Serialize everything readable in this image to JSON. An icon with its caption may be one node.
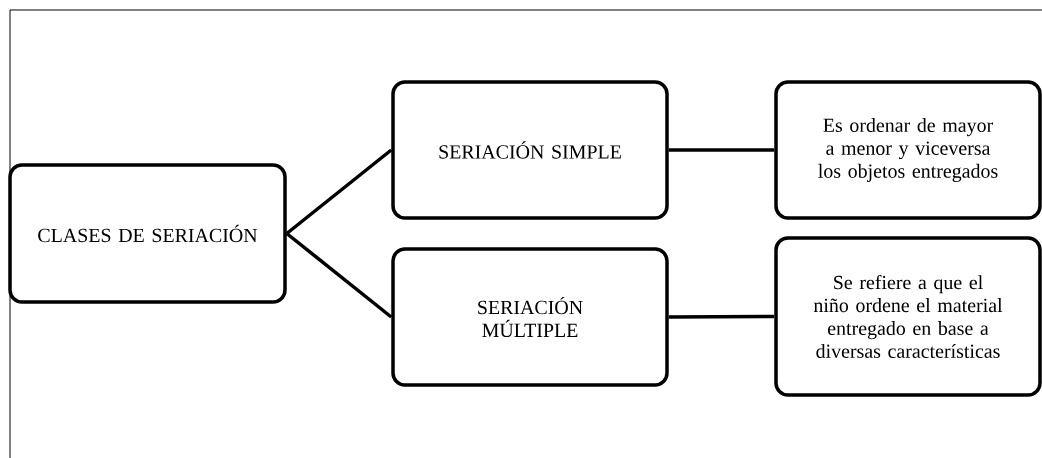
{
  "diagram": {
    "nodes": [
      {
        "text": [
          "CLASES DE SERIACIÓN"
        ]
      },
      {
        "text": [
          "SERIACIÓN SIMPLE"
        ]
      },
      {
        "text": [
          "SERIACIÓN MÚLTIPLE"
        ]
      },
      {
        "text": [
          "Es ordenar de mayor a menor y viceversa los objetos entregados"
        ]
      },
      {
        "text": [
          "Se refiere a que el niño ordene el material entregado en base a diversas características"
        ]
      }
    ],
    "edges": [
      {
        "from": 0,
        "to": 1,
        "arrow": "none"
      },
      {
        "from": 0,
        "to": 2,
        "arrow": "none"
      },
      {
        "from": 1,
        "to": 3,
        "arrow": "none"
      },
      {
        "from": 2,
        "to": 4,
        "arrow": "none"
      }
    ]
  }
}
